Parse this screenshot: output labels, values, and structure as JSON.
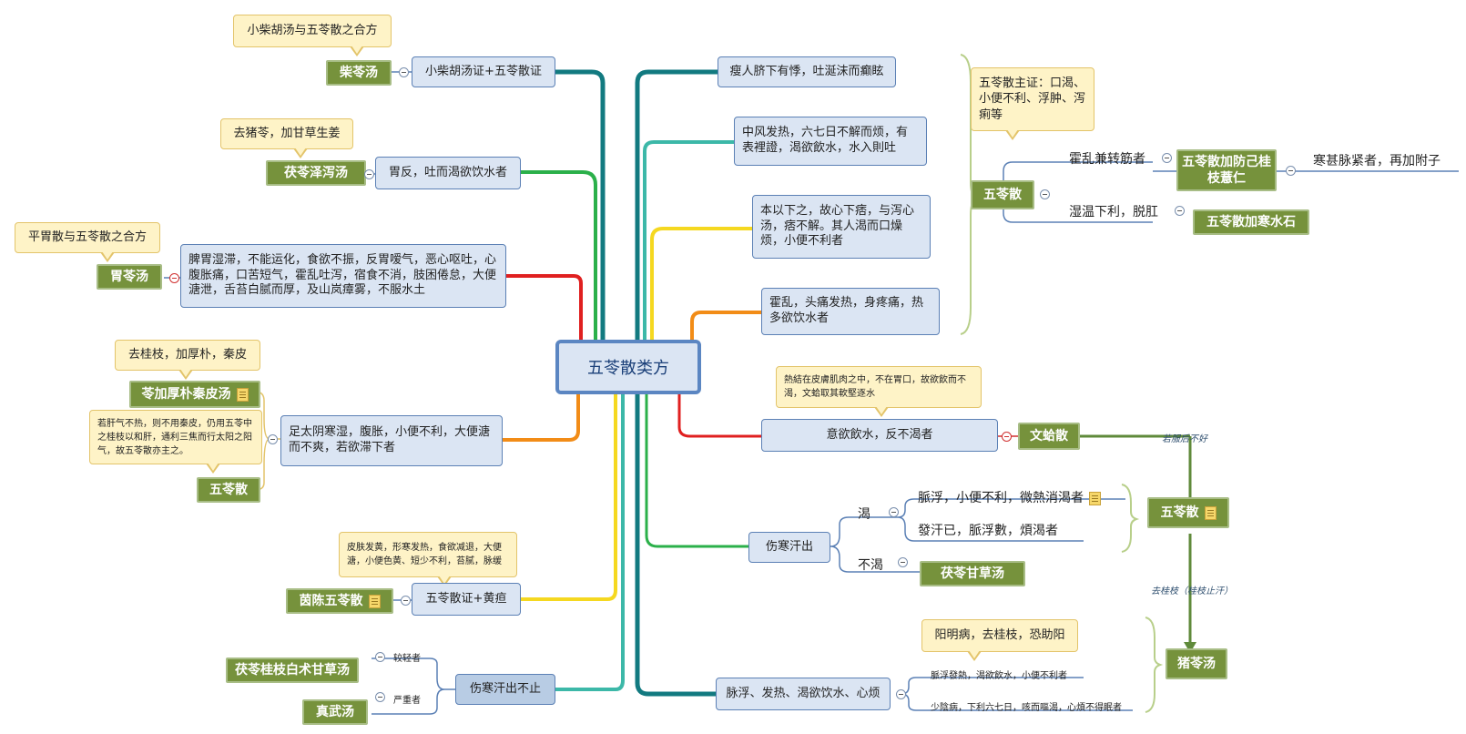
{
  "colors": {
    "node_fill": "#dbe5f3",
    "node_border": "#5b80b5",
    "green_fill": "#76923c",
    "callout_fill": "#fef3c7"
  },
  "central": "五苓散类方",
  "left": {
    "b1": {
      "label": "小柴胡汤证+五苓散证",
      "remedy": "柴苓汤",
      "callout": "小柴胡汤与五苓散之合方"
    },
    "b2": {
      "label": "胃反，吐而渴欲饮水者",
      "remedy": "茯苓泽泻汤",
      "callout": "去猪苓，加甘草生姜"
    },
    "b3": {
      "label": "脾胃湿滞，不能运化，食欲不振，反胃嗳气，恶心呕吐，心腹胀痛，口苦短气，霍乱吐泻，宿食不消，肢困倦怠，大便溏泄，舌苔白腻而厚，及山岚瘴雾，不服水土",
      "remedy": "胃苓汤",
      "callout": "平胃散与五苓散之合方"
    },
    "b4": {
      "label": "足太阴寒湿，腹胀，小便不利，大便溏而不爽，若欲滞下者",
      "remedy1": "苓加厚朴秦皮汤",
      "callout1": "去桂枝，加厚朴，秦皮",
      "remedy2": "五苓散",
      "callout2": "若肝气不热，则不用秦皮，仍用五苓中之桂枝以和肝，通利三焦而行太阳之阳气，故五苓散亦主之。"
    },
    "b5": {
      "label": "五苓散证+黄疸",
      "remedy": "茵陈五苓散",
      "callout": "皮肤发黄，形寒发热，食欲减退，大便溏，小便色黄、短少不利，苔腻，脉缓"
    },
    "b6": {
      "label": "伤寒汗出不止",
      "sub1": "较轻者",
      "remedy1": "茯苓桂枝白术甘草汤",
      "sub2": "严重者",
      "remedy2": "真武汤"
    }
  },
  "right": {
    "r1": {
      "label": "瘦人脐下有悸，吐涎沫而癫眩"
    },
    "r2": {
      "label": "中风发热，六七日不解而烦，有表裡證，渴欲飲水，水入則吐"
    },
    "r3": {
      "label": "本以下之，故心下痞，与泻心汤，痞不解。其人渴而口燥烦，小便不利者"
    },
    "r4": {
      "label": "霍乱，头痛发热，身疼痛，热多欲饮水者"
    },
    "wuling": {
      "remedy": "五苓散",
      "callout": "五苓散主证：口渴、小便不利、浮肿、泻痢等",
      "sub1": "霍乱兼转筋者",
      "sub1_remedy": "五苓散加防己桂枝薏仁",
      "sub1_extra": "寒甚脉紧者，再加附子",
      "sub2": "湿温下利，脱肛",
      "sub2_remedy": "五苓散加寒水石"
    },
    "r5": {
      "label": "意欲飲水，反不渴者",
      "remedy": "文蛤散",
      "callout": "熱結在皮膚肌肉之中，不在胃口，故欲飲而不渴，文蛤取其軟堅逐水"
    },
    "r6": {
      "label": "伤寒汗出",
      "k1": "渴",
      "k1a": "脈浮，小便不利，微熱消渴者",
      "k1b": "發汗已，脈浮數，煩渴者",
      "k2": "不渴",
      "k2_remedy": "茯苓甘草汤",
      "wuling2": "五苓散"
    },
    "arrow1": "若服后不好",
    "arrow2": "去桂枝（桂枝止汗）",
    "r7": {
      "label": "脉浮、发热、渴欲饮水、心烦",
      "callout": "阳明病，去桂枝，恐助阳",
      "s1": "脈浮發熱，渴欲飲水，小便不利者",
      "s2": "少陰病，下利六七日，咳而嘔渴，心煩不得眠者",
      "remedy": "猪苓汤"
    }
  }
}
